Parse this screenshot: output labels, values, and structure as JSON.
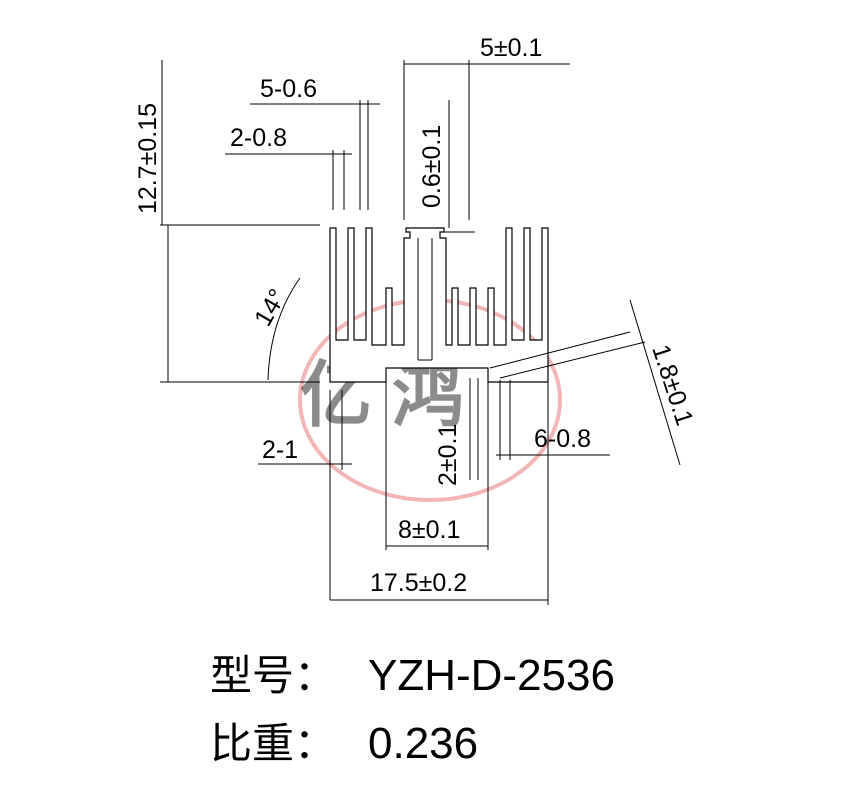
{
  "dimensions": {
    "height_total": "12.7±0.15",
    "top_width": "5±0.1",
    "fin_pitch_top": "5-0.6",
    "fin_pitch_top2": "2-0.8",
    "web_thickness": "0.6±0.1",
    "angle": "14°",
    "base_thickness": "1.8±0.1",
    "left_fin": "2-1",
    "center_height": "2±0.1",
    "right_fins": "6-0.8",
    "center_width": "8±0.1",
    "total_width": "17.5±0.2"
  },
  "spec": {
    "model_label": "型号：",
    "model_value": "YZH-D-2536",
    "weight_label": "比重：",
    "weight_value": "0.236"
  },
  "watermark": {
    "text": "亿 鸿",
    "color": "#e87a7a"
  }
}
